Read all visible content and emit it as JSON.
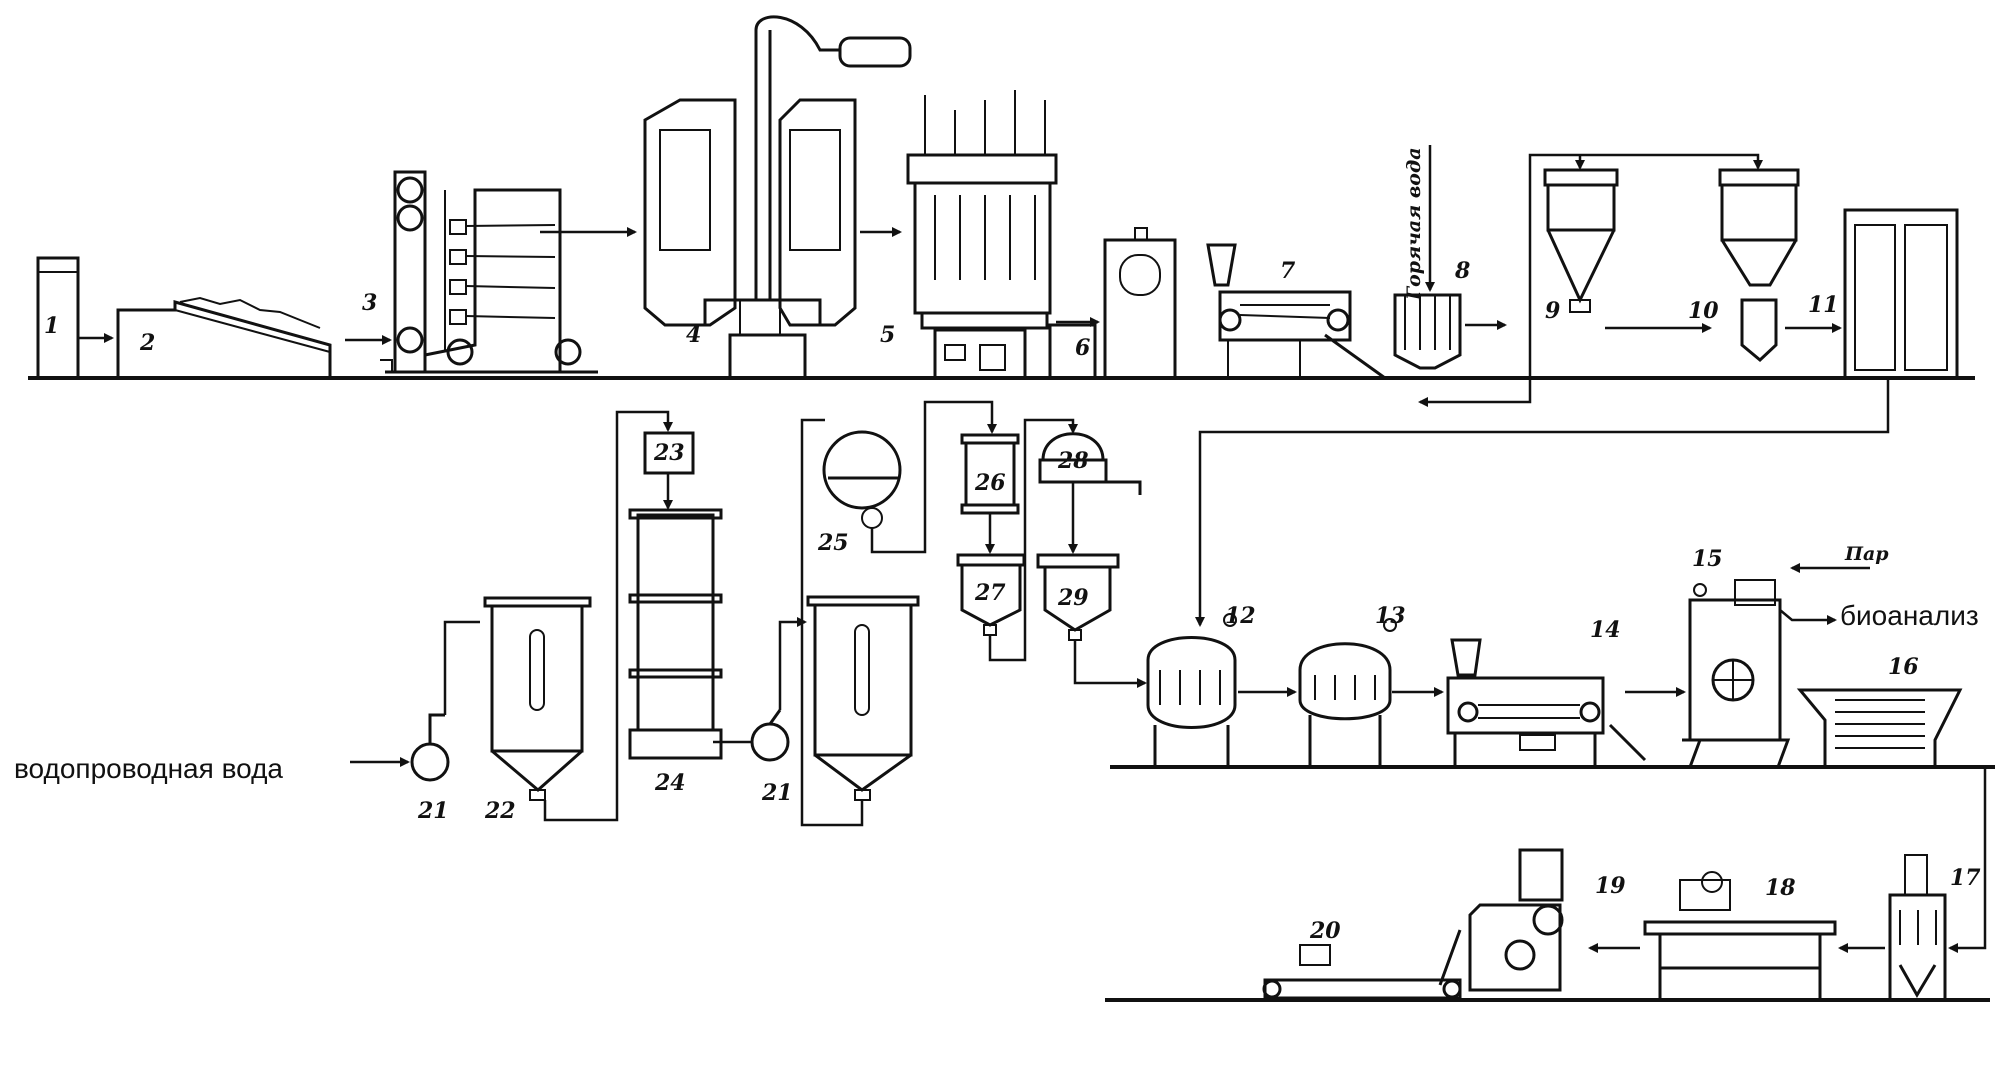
{
  "numbers": [
    "1",
    "2",
    "3",
    "4",
    "5",
    "6",
    "7",
    "8",
    "9",
    "10",
    "11",
    "12",
    "13",
    "14",
    "15",
    "16",
    "17",
    "18",
    "19",
    "20",
    "21",
    "22",
    "23",
    "24",
    "25",
    "26",
    "27",
    "28",
    "29"
  ],
  "labels": {
    "hot_water": "Горячая вода",
    "steam": "Пар",
    "bioanalysis": "биоанализ",
    "tap_water": "водопроводная вода"
  }
}
